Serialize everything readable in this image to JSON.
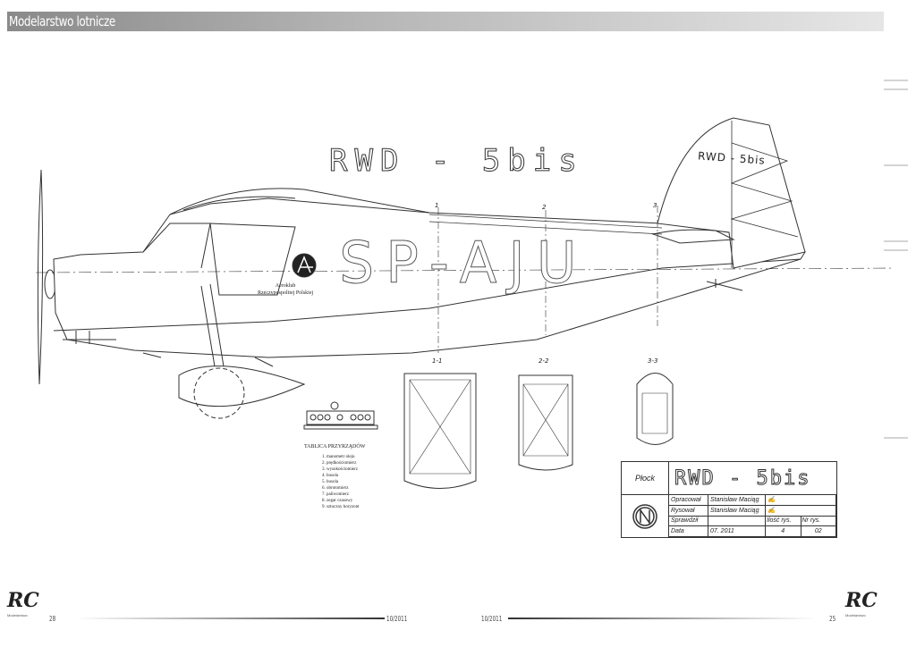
{
  "header": {
    "section_title": "Modelarstwo lotnicze"
  },
  "drawing": {
    "title": "RWD - 5bis",
    "registration": "SP-AJU",
    "tail_label": "RWD - 5bis",
    "club_name_line1": "Aeroklub",
    "club_name_line2": "Rzeczypospolitej Polskiej",
    "section_marks": [
      "1",
      "2",
      "3"
    ],
    "section_titles": [
      "1-1",
      "2-2",
      "3-3"
    ]
  },
  "instrument_panel": {
    "title": "TABLICA PRZYRZĄDÓW",
    "items": [
      "1. manometr oleju",
      "2. prędkościomierz",
      "3. wysokościomierz",
      "4. busola",
      "5. busola",
      "6. obrotomierz",
      "7. paliwomierz",
      "8. zegar czasowy",
      "9. sztuczny horyzont"
    ]
  },
  "title_block": {
    "city": "Płock",
    "title": "RWD - 5bis",
    "rows": [
      {
        "label": "Opracował",
        "value": "Stanisław Maciąg",
        "extra": ""
      },
      {
        "label": "Rysował",
        "value": "Stanisław Maciąg",
        "extra": ""
      },
      {
        "label": "Sprawdził",
        "value": "",
        "extra_label": "Ilość rys.",
        "extra2": "Nr rys."
      },
      {
        "label": "Data",
        "value": "07. 2011",
        "extra": "4",
        "extra2": "02"
      }
    ]
  },
  "footer": {
    "logo": "RC",
    "logo_sub": "Modelarstwo",
    "left_page": "28",
    "left_issue": "10/2011",
    "right_issue": "10/2011",
    "right_page": "25"
  }
}
